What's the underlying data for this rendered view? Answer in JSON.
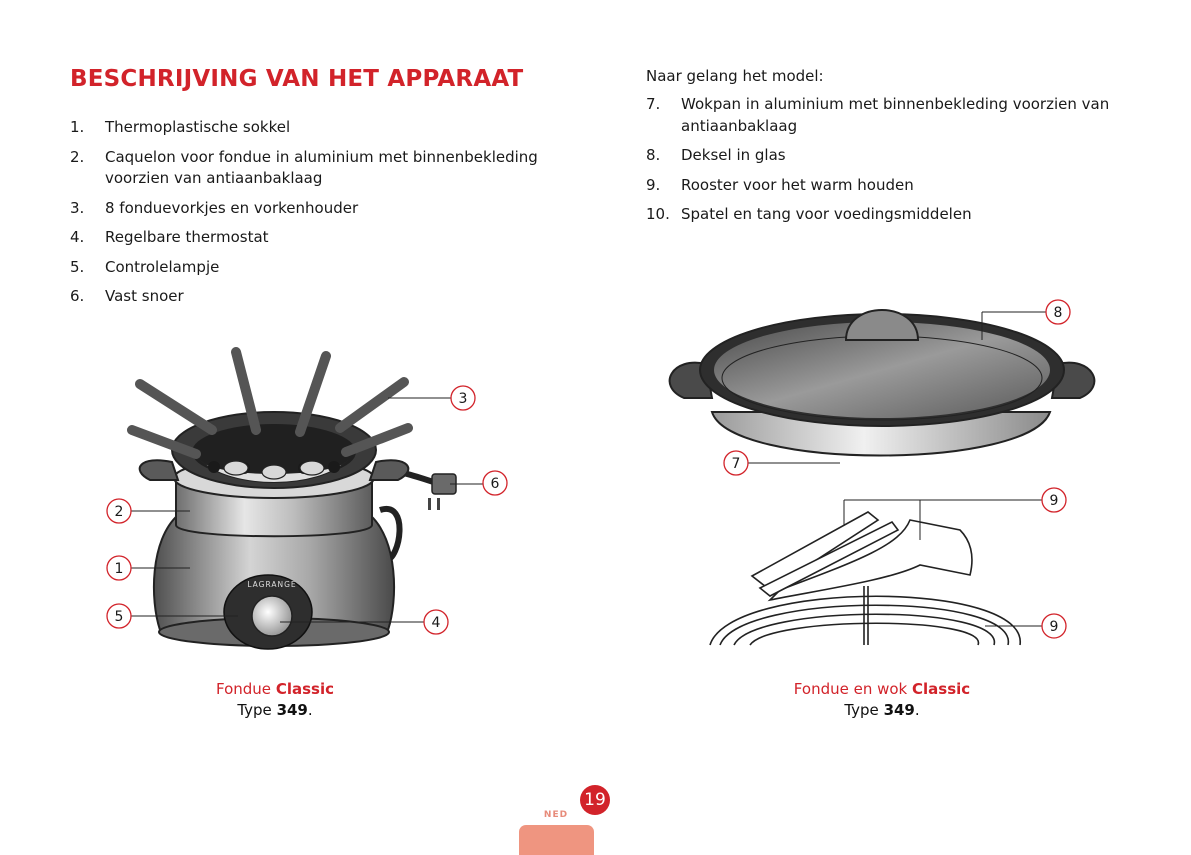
{
  "title": "BESCHRIJVING VAN HET APPARAAT",
  "left_list": [
    {
      "num": "1.",
      "text": "Thermoplastische sokkel"
    },
    {
      "num": "2.",
      "text": "Caquelon voor fondue in aluminium met binnenbekleding voorzien van antiaanbaklaag"
    },
    {
      "num": "3.",
      "text": "8 fonduevorkjes en vorkenhouder"
    },
    {
      "num": "4.",
      "text": "Regelbare thermostat"
    },
    {
      "num": "5.",
      "text": "Controlelampje"
    },
    {
      "num": "6.",
      "text": "Vast snoer"
    }
  ],
  "right_intro": "Naar gelang het model:",
  "right_list": [
    {
      "num": "7.",
      "text": "Wokpan in aluminium met binnenbekleding voorzien van antiaanbaklaag"
    },
    {
      "num": "8.",
      "text": "Deksel in glas"
    },
    {
      "num": "9.",
      "text": "Rooster voor het warm houden"
    },
    {
      "num": "10.",
      "text": "Spatel en tang voor voedingsmiddelen"
    }
  ],
  "caption_left": {
    "prefix": "Fondue ",
    "bold": "Classic",
    "type_label": "Type ",
    "type_value": "349",
    "type_suffix": "."
  },
  "caption_right": {
    "prefix": "Fondue en wok ",
    "bold": "Classic",
    "type_label": "Type ",
    "type_value": "349",
    "type_suffix": "."
  },
  "fondue_callouts": [
    "3",
    "6",
    "2",
    "1",
    "5",
    "4"
  ],
  "wok_callouts": [
    "8",
    "7",
    "9",
    "9"
  ],
  "brand_logo": "LAGRANGE",
  "page_number": "19",
  "language_tab": "NED",
  "colors": {
    "accent": "#d2232a",
    "tab": "#ef9580",
    "lang_text": "#e78b7a"
  }
}
